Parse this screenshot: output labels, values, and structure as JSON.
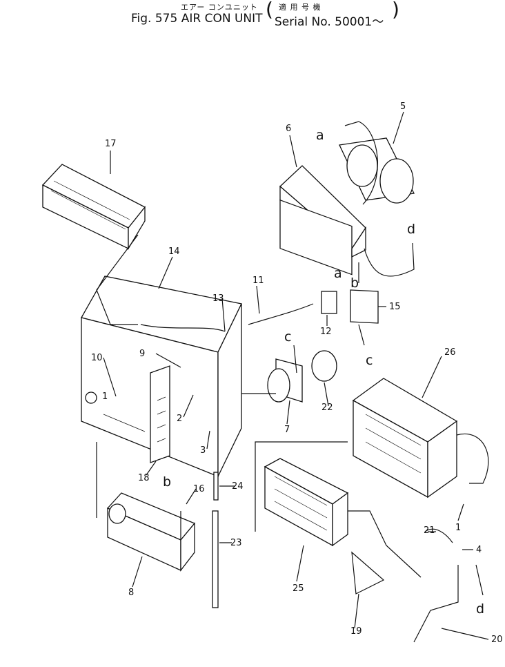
{
  "header": {
    "jp_title": "エアー コンユニット",
    "jp_serial": "適 用 号 機",
    "fig_title": "Fig. 575  AIR  CON  UNIT",
    "serial_range": "Serial No. 50001～"
  },
  "callouts": {
    "c1": "1",
    "c2": "2",
    "c3": "3",
    "c4": "4",
    "c5": "5",
    "c6": "6",
    "c7": "7",
    "c8": "8",
    "c9": "9",
    "c10": "10",
    "c11": "11",
    "c12": "12",
    "c13": "13",
    "c14": "14",
    "c15": "15",
    "c16": "16",
    "c17": "17",
    "c18": "18",
    "c19": "19",
    "c20": "20",
    "c21": "21",
    "c22": "22",
    "c23": "23",
    "c24": "24",
    "c25": "25",
    "c26": "26",
    "c1b": "1"
  },
  "connectors": {
    "a_top": "a",
    "a_mid": "a",
    "b_mid": "b",
    "b_low": "b",
    "c_right": "c",
    "c_mid": "c",
    "d_right": "d",
    "d_low": "d"
  }
}
